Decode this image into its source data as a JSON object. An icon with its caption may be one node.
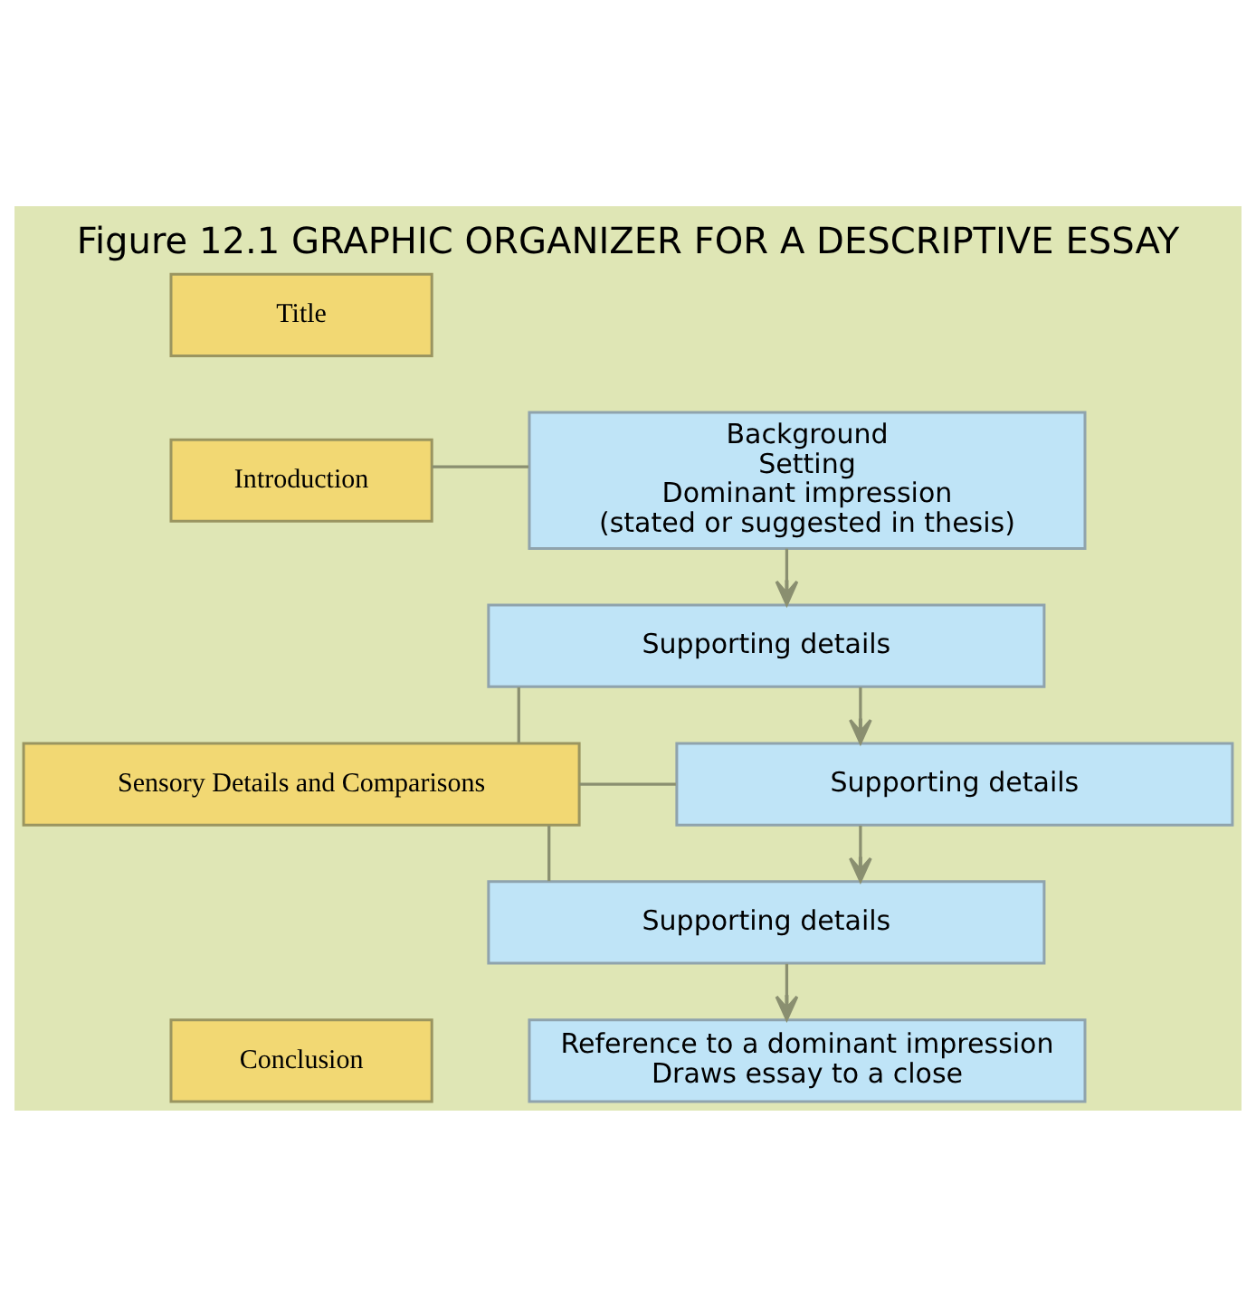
{
  "diagram": {
    "title": "Figure 12.1 GRAPHIC ORGANIZER FOR A DESCRIPTIVE ESSAY",
    "nodes": [
      {
        "text": [
          "Title"
        ]
      },
      {
        "text": [
          "Introduction"
        ]
      },
      {
        "text": [
          "Background",
          "Setting",
          "Dominant impression",
          "(stated or suggested in thesis)"
        ]
      },
      {
        "text": [
          "Sensory Details and Comparisons"
        ]
      },
      {
        "text": [
          "Supporting details"
        ]
      },
      {
        "text": [
          "Supporting details"
        ]
      },
      {
        "text": [
          "Supporting details"
        ]
      },
      {
        "text": [
          "Conclusion"
        ]
      },
      {
        "text": [
          "Reference to a dominant impression",
          "Draws essay to a close"
        ]
      }
    ],
    "edges": [
      {
        "from": 1,
        "to": 2,
        "arrow": "none"
      },
      {
        "from": 2,
        "to": 4,
        "arrow": "to"
      },
      {
        "from": 3,
        "to": 4,
        "arrow": "none"
      },
      {
        "from": 3,
        "to": 5,
        "arrow": "none"
      },
      {
        "from": 3,
        "to": 6,
        "arrow": "none"
      },
      {
        "from": 4,
        "to": 5,
        "arrow": "to"
      },
      {
        "from": 5,
        "to": 6,
        "arrow": "to"
      },
      {
        "from": 6,
        "to": 8,
        "arrow": "to"
      }
    ]
  }
}
